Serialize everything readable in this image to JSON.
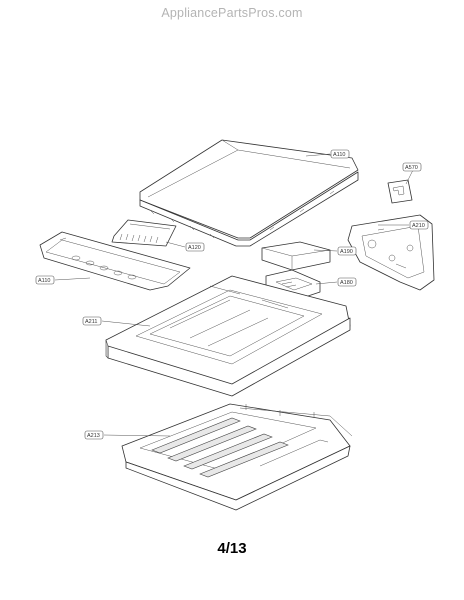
{
  "watermark": "AppliancePartsPros.com",
  "page_number": "4/13",
  "callouts": {
    "a110_top": "A110",
    "a570": "A570",
    "a210_right": "A210",
    "a120": "A120",
    "a190": "A190",
    "a110_left": "A110",
    "a180": "A180",
    "a211": "A211",
    "a213": "A213"
  }
}
